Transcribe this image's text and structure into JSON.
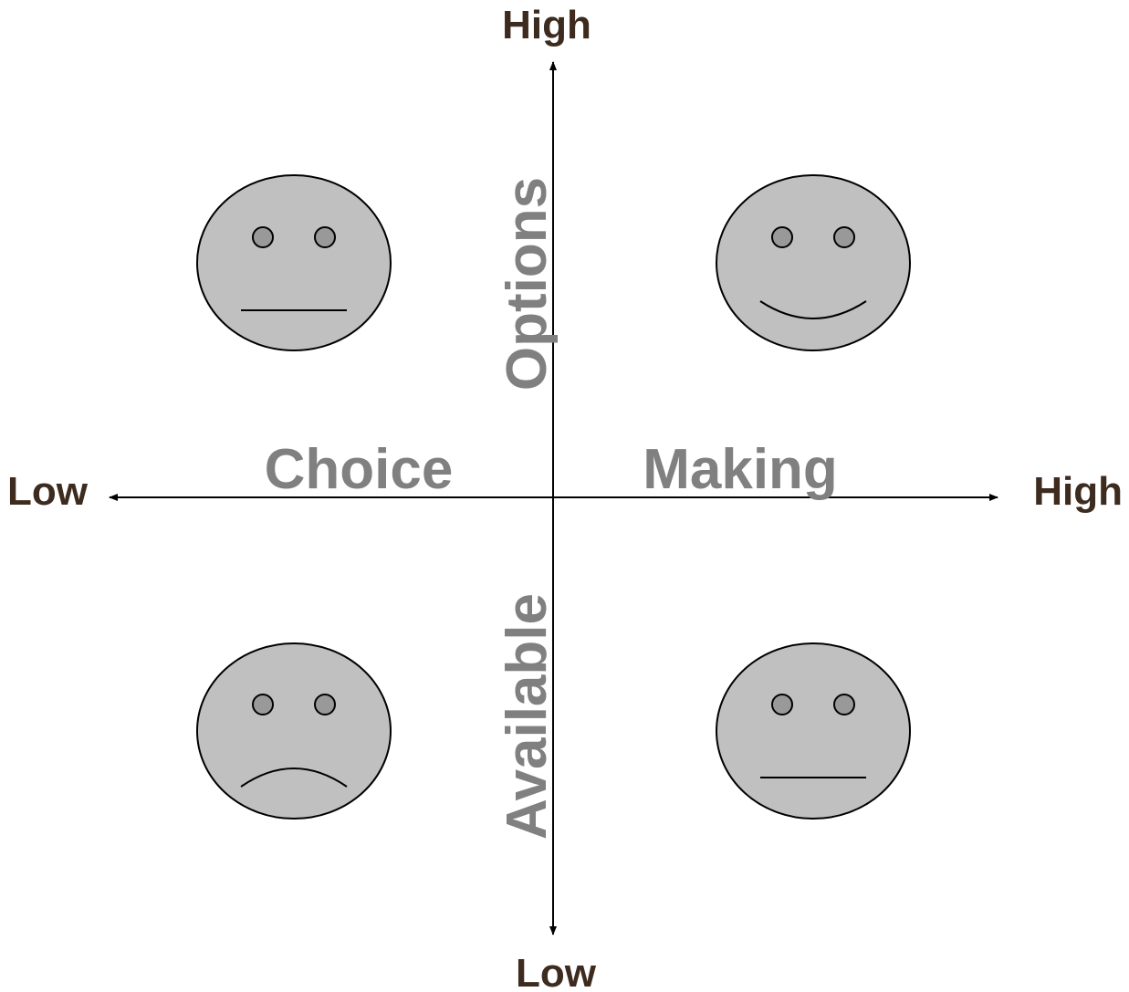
{
  "axis_labels": {
    "top": "High",
    "bottom": "Low",
    "left": "Low",
    "right": "High"
  },
  "axis_titles": {
    "horizontal_left": "Choice",
    "horizontal_right": "Making",
    "vertical_upper": "Options",
    "vertical_lower": "Available"
  },
  "quadrants": [
    {
      "id": "upper-left",
      "expression": "neutral"
    },
    {
      "id": "upper-right",
      "expression": "happy"
    },
    {
      "id": "lower-left",
      "expression": "sad"
    },
    {
      "id": "lower-right",
      "expression": "neutral"
    }
  ],
  "colors": {
    "face": "#c0c0c0",
    "eye": "#999999",
    "end_label": "#3d2b1f",
    "axis_title": "#808080"
  }
}
